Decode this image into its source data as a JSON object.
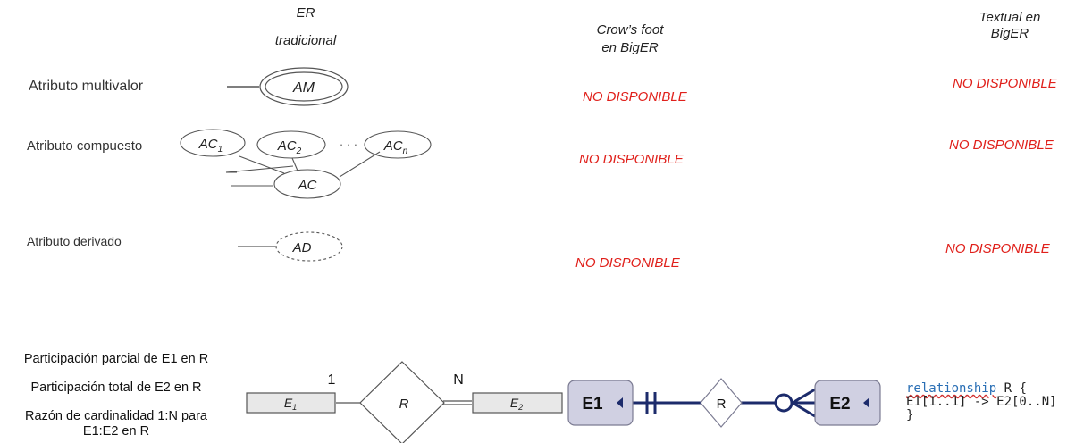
{
  "headers": {
    "er_line1": "ER",
    "er_line2": "tradicional",
    "crows_line1": "Crow’s foot",
    "crows_line2": "en BigER",
    "textual_line1": "Textual en",
    "textual_line2": "BigER"
  },
  "rows": {
    "multivalor": "Atributo multivalor",
    "compuesto": "Atributo compuesto",
    "derivado": "Atributo derivado"
  },
  "not_available": "NO DISPONIBLE",
  "shapes": {
    "am": "AM",
    "ac": "AC",
    "ac_base": "AC",
    "sub1": "1",
    "sub2": "2",
    "subn": "n",
    "ellipsis": "· · ·",
    "ad": "AD",
    "e": "E",
    "e1_sub": "1",
    "e2_sub": "2",
    "r": "R",
    "card_1": "1",
    "card_n": "N"
  },
  "bottom_labels": {
    "parcial": "Participación parcial de E1 en R",
    "total": "Participación total de E2 en R",
    "razon_line1": "Razón de cardinalidad 1:N para",
    "razon_line2": "E1:E2 en R"
  },
  "crows": {
    "e1": "E1",
    "e2": "E2",
    "r": "R"
  },
  "code": {
    "keyword": "relationship",
    "line1_rest": " R {",
    "line2": "E1[1..1] -> E2[0..N]",
    "line3": "}"
  },
  "colors": {
    "not_available": "#e0201b",
    "crows_line": "#1c2b6b",
    "entity_fill": "#d0d0e2"
  }
}
